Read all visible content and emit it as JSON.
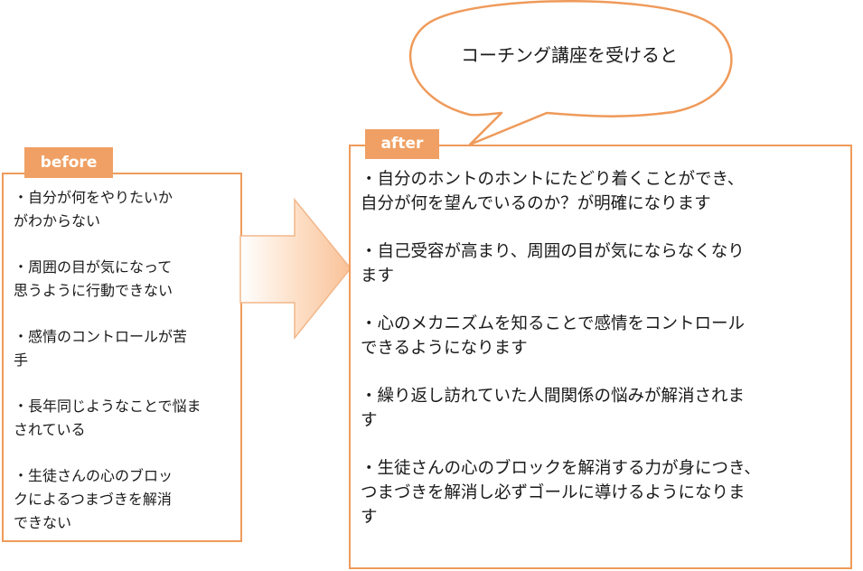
{
  "before": {
    "tag": "before",
    "items": [
      "・自分が何をやりたいか\nがわからない",
      "・周囲の目が気になって\n思うように行動できない",
      "・感情のコントロールが苦\n手",
      "・長年同じようなことで悩ま\nされている",
      "・生徒さんの心のブロッ\nクによるつまづきを解消\nできない"
    ]
  },
  "after": {
    "tag": "after",
    "items": [
      "・自分のホントのホントにたどり着くことができ、\n自分が何を望んでいるのか？が明確になります",
      "・自己受容が高まり、周囲の目が気にならなくなり\nます",
      "・心のメカニズムを知ることで感情をコントロール\nできるようになります",
      "・繰り返し訪れていた人間関係の悩みが解消されま\nす",
      "・生徒さんの心のブロックを解消する力が身につき、\nつまづきを解消し必ずゴールに導けるようになりま\nす"
    ]
  },
  "bubble": {
    "text": "コーチング講座を受けると"
  },
  "colors": {
    "accent": "#ef9a5a",
    "tag_fill": "#f0a064"
  }
}
